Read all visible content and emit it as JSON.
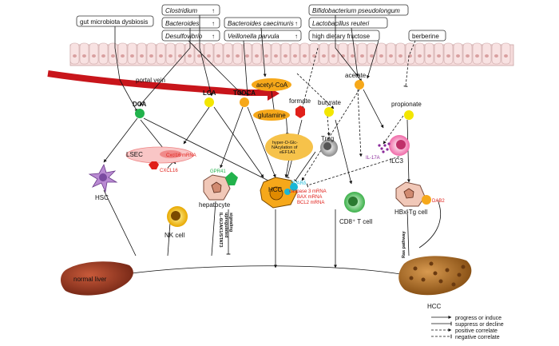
{
  "top_boxes": {
    "gut": "gut microbiota dysbiosis",
    "clostridium": "Clostridium",
    "bacteroides": "Bacteroides",
    "desulfovibrio": "Desulfovibrio",
    "b_caecimuris": "Bacteroides caecimuris",
    "veillonella": "Veillonella parvula",
    "bifido": "Bifidobacterium pseudolongum",
    "lacto": "Lactobacillus reuteri",
    "fructose": "high dietary fructose",
    "berberine": "berberine",
    "up_arrow": "↑"
  },
  "labels": {
    "portal_vein": "portal vein",
    "dca": "DCA",
    "lca": "LCA",
    "tcdca": "TCDCA",
    "acetyl_coa": "acetyl-CoA",
    "acetate": "acetate",
    "formate": "formate",
    "butyrate": "butyrate",
    "propionate": "propionate",
    "glutamine": "glutamine",
    "hyper1": "hyper-O-Glc-",
    "hyper2": "NAcylation of",
    "hyper3": "eEF1A1",
    "lsec": "LSEC",
    "cxcl16_mrna": "Cxcl16 mRNA",
    "cxcl16": "CXCL16",
    "hsc": "HSC",
    "gpr41": "GPR41",
    "hepatocyte": "hepatocyte",
    "nk": "NK cell",
    "hcc_cell": "HCC",
    "ppar": "PPARδ",
    "casp": "caspase 3 mRNA",
    "bax": "BAX mRNA",
    "bcl2": "BCL2 mRNA",
    "treg": "Treg",
    "cd8": "CD8⁺ T cell",
    "il17": "IL-17A",
    "ilc3": "ILC3",
    "dab2": "DAB2",
    "hbx": "HBx-Tg cell",
    "jak": "IL-6/JAK1/STAT3",
    "upreg": "upregulated",
    "signaling": "signaling",
    "ras": "Ras pathway",
    "normal_liver": "normal liver",
    "hcc_liver": "HCC"
  },
  "legend": [
    {
      "label": "progress or induce",
      "style": "solid-arrow"
    },
    {
      "label": "suppress or decline",
      "style": "solid-bar"
    },
    {
      "label": "positive correlate",
      "style": "dash-arrow"
    },
    {
      "label": "negative correlate",
      "style": "dash-bar"
    }
  ],
  "colors": {
    "red": "#e0201a",
    "green": "#22b24c",
    "yellow": "#f3e600",
    "orange": "#f6a81a",
    "cyan": "#19b7d6",
    "portal": "#c8151b",
    "gut": "#f5d8d8"
  }
}
